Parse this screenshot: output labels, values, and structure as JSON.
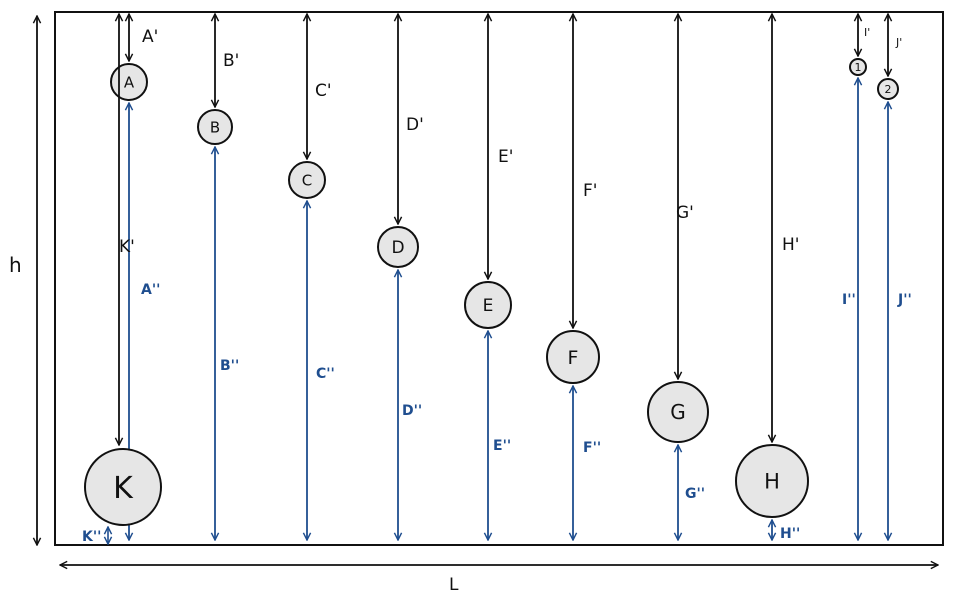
{
  "colors": {
    "ink": "#111111",
    "blue": "#1f4e8f",
    "circle_fill": "#e6e6e6"
  },
  "dimensions": {
    "height": "h",
    "length": "L"
  },
  "circles": [
    {
      "id": "A",
      "label": "A",
      "top_label": "A'",
      "bottom_label": "A''"
    },
    {
      "id": "B",
      "label": "B",
      "top_label": "B'",
      "bottom_label": "B''"
    },
    {
      "id": "C",
      "label": "C",
      "top_label": "C'",
      "bottom_label": "C''"
    },
    {
      "id": "D",
      "label": "D",
      "top_label": "D'",
      "bottom_label": "D''"
    },
    {
      "id": "E",
      "label": "E",
      "top_label": "E'",
      "bottom_label": "E''"
    },
    {
      "id": "F",
      "label": "F",
      "top_label": "F'",
      "bottom_label": "F''"
    },
    {
      "id": "G",
      "label": "G",
      "top_label": "G'",
      "bottom_label": "G''"
    },
    {
      "id": "H",
      "label": "H",
      "top_label": "H'",
      "bottom_label": "H''"
    },
    {
      "id": "I",
      "label": "1",
      "top_label": "I'",
      "bottom_label": "I''"
    },
    {
      "id": "J",
      "label": "2",
      "top_label": "J'",
      "bottom_label": "J''"
    },
    {
      "id": "K",
      "label": "K",
      "top_label": "K'",
      "bottom_label": "K''"
    }
  ]
}
